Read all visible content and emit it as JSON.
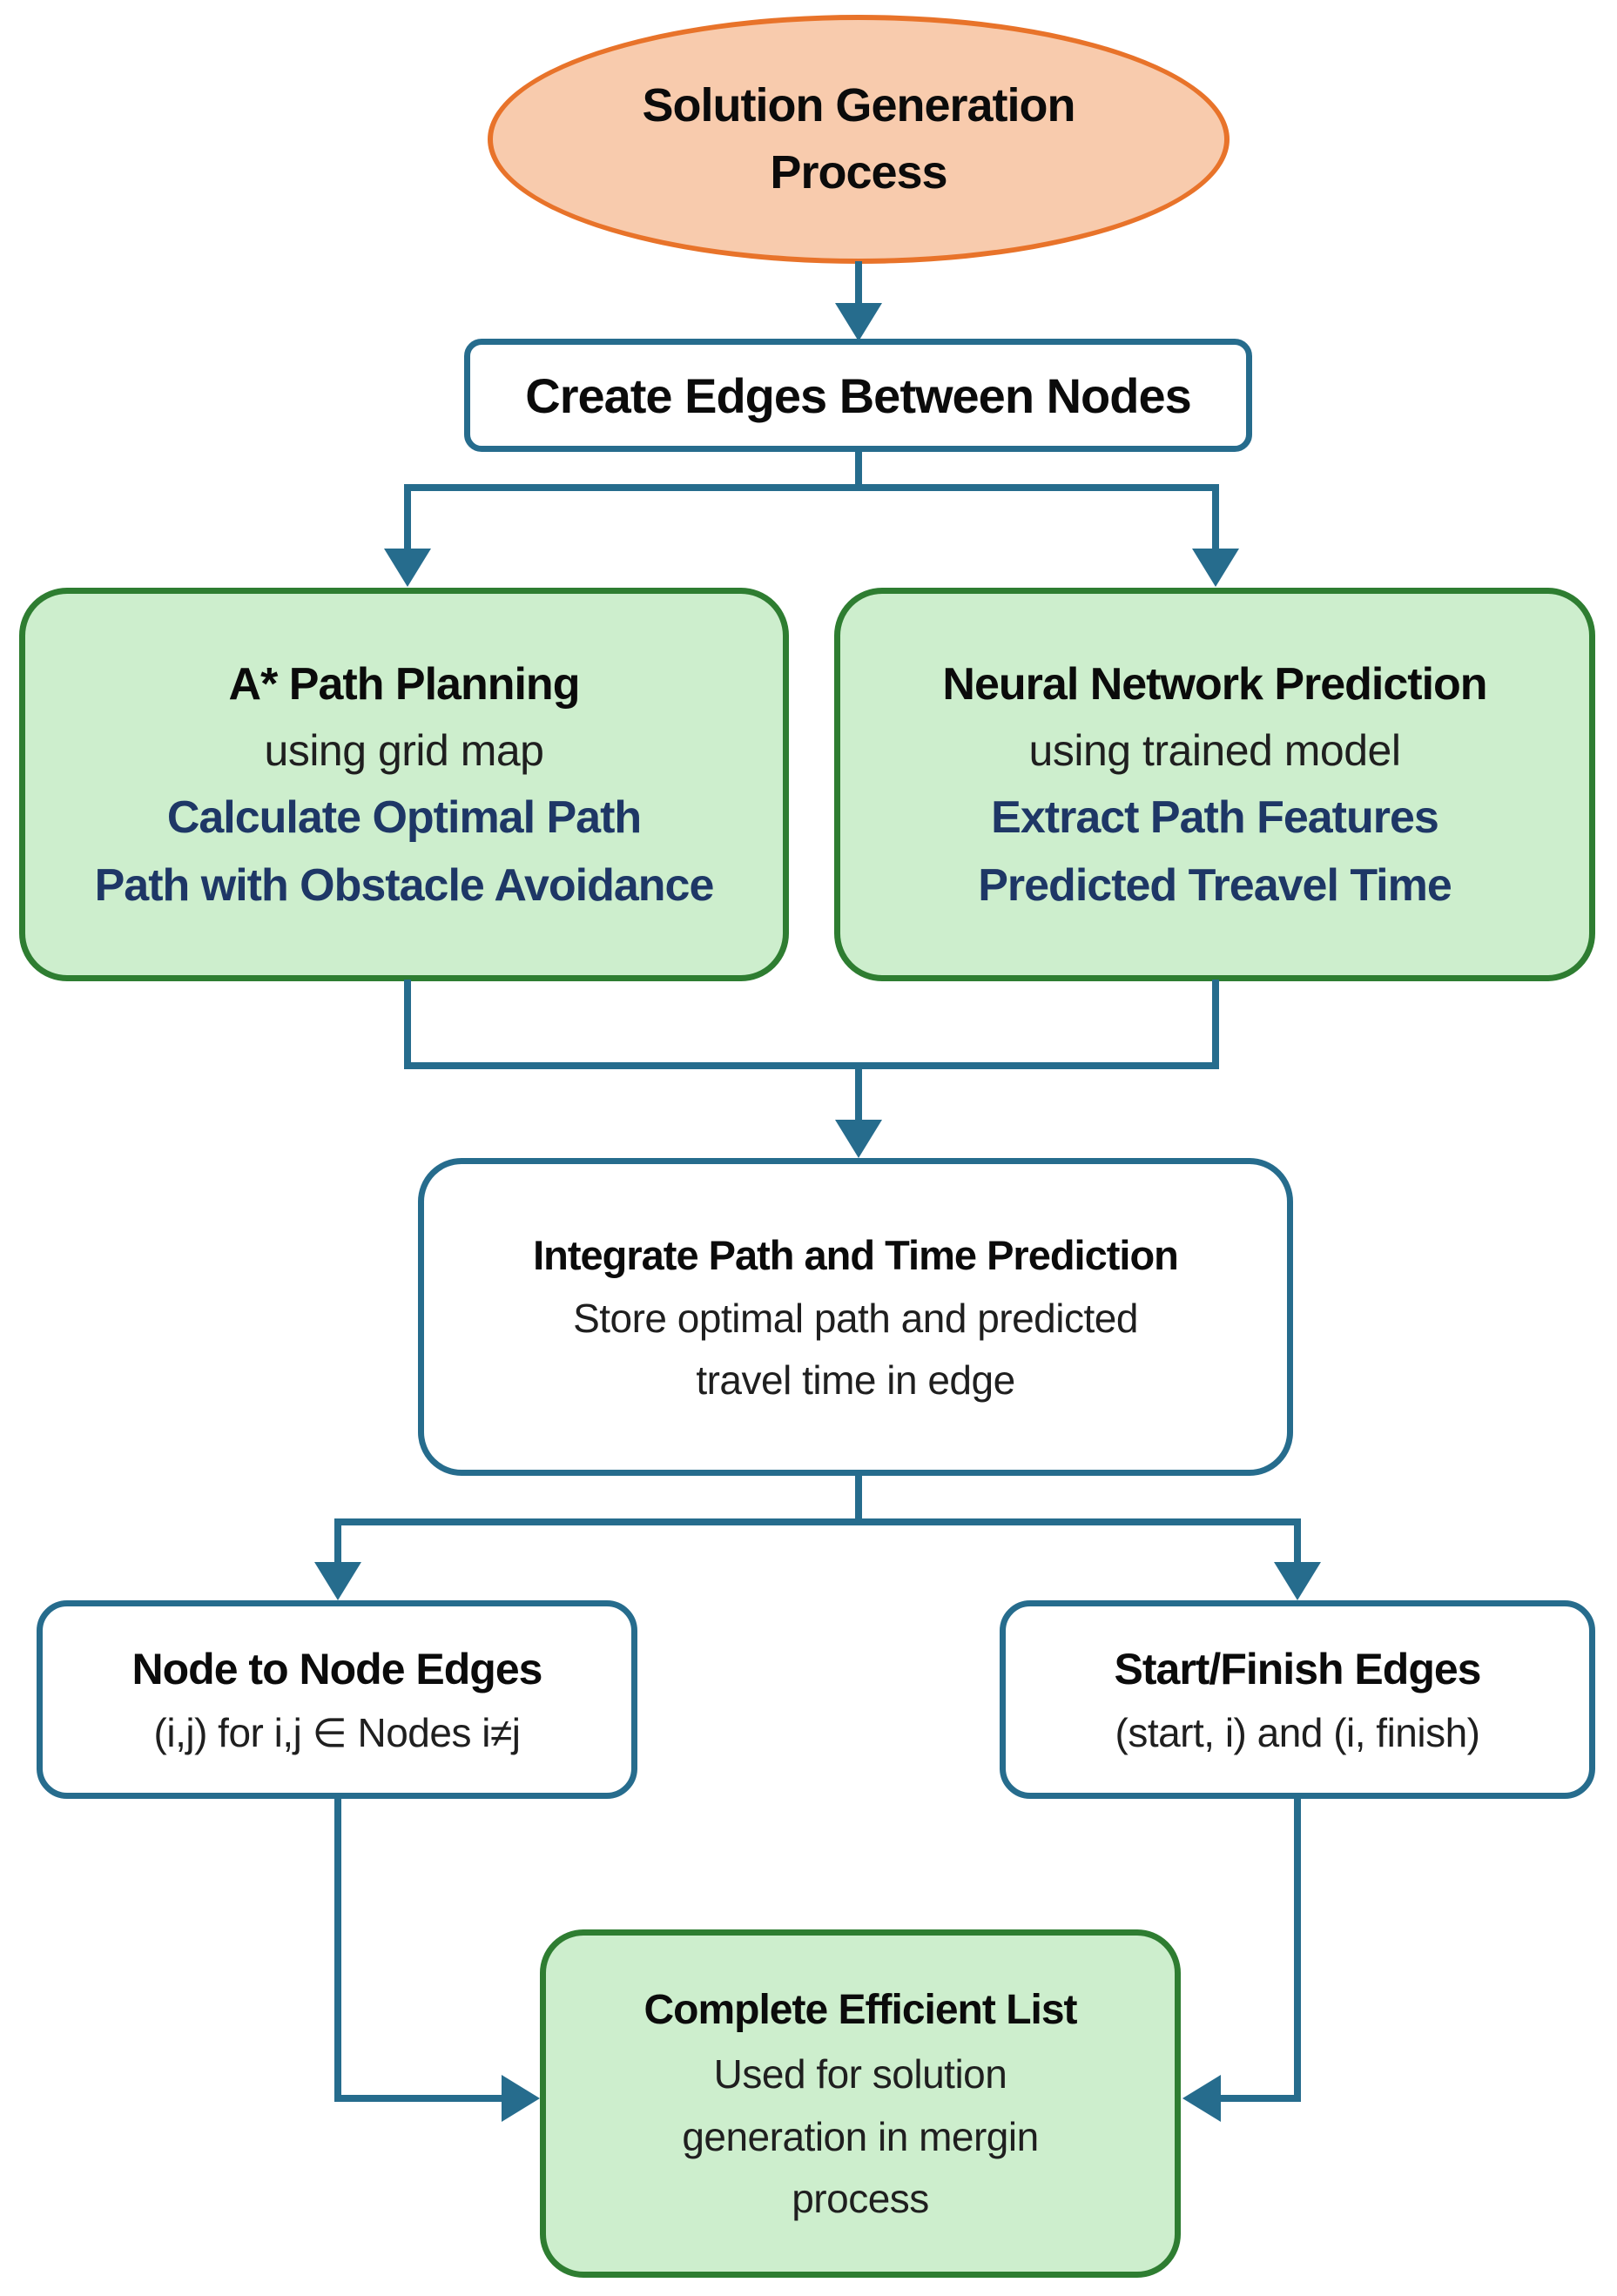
{
  "colors": {
    "connector_teal": "#266c8d",
    "process_ellipse_border": "#e8732a",
    "process_ellipse_fill": "#f8cbad",
    "green_node_border": "#2e7d31",
    "green_node_fill": "#cdeecd",
    "white_node_border": "#266c8d",
    "navy_text": "#1e3766",
    "black_text": "#0b0b0b"
  },
  "nodes": {
    "solution": {
      "line1": "Solution Generation",
      "line2": "Process"
    },
    "create_edges": {
      "label": "Create Edges Between Nodes"
    },
    "astar": {
      "title": "A* Path Planning",
      "subtitle": "using grid map",
      "detail1": "Calculate Optimal Path",
      "detail2": "Path with Obstacle Avoidance"
    },
    "neural": {
      "title": "Neural Network Prediction",
      "subtitle": "using trained model",
      "detail1": "Extract Path Features",
      "detail2": "Predicted Treavel Time"
    },
    "integrate": {
      "title": "Integrate Path and Time Prediction",
      "line2": "Store optimal path and predicted",
      "line3": "travel time in edge"
    },
    "node_to_node": {
      "title": "Node to Node Edges",
      "formula": "(i,j) for i,j ∈ Nodes i≠j"
    },
    "start_finish": {
      "title": "Start/Finish Edges",
      "formula": "(start, i) and (i, finish)"
    },
    "complete": {
      "title": "Complete Efficient List",
      "line2": "Used for solution",
      "line3": "generation in mergin",
      "line4": "process"
    }
  }
}
